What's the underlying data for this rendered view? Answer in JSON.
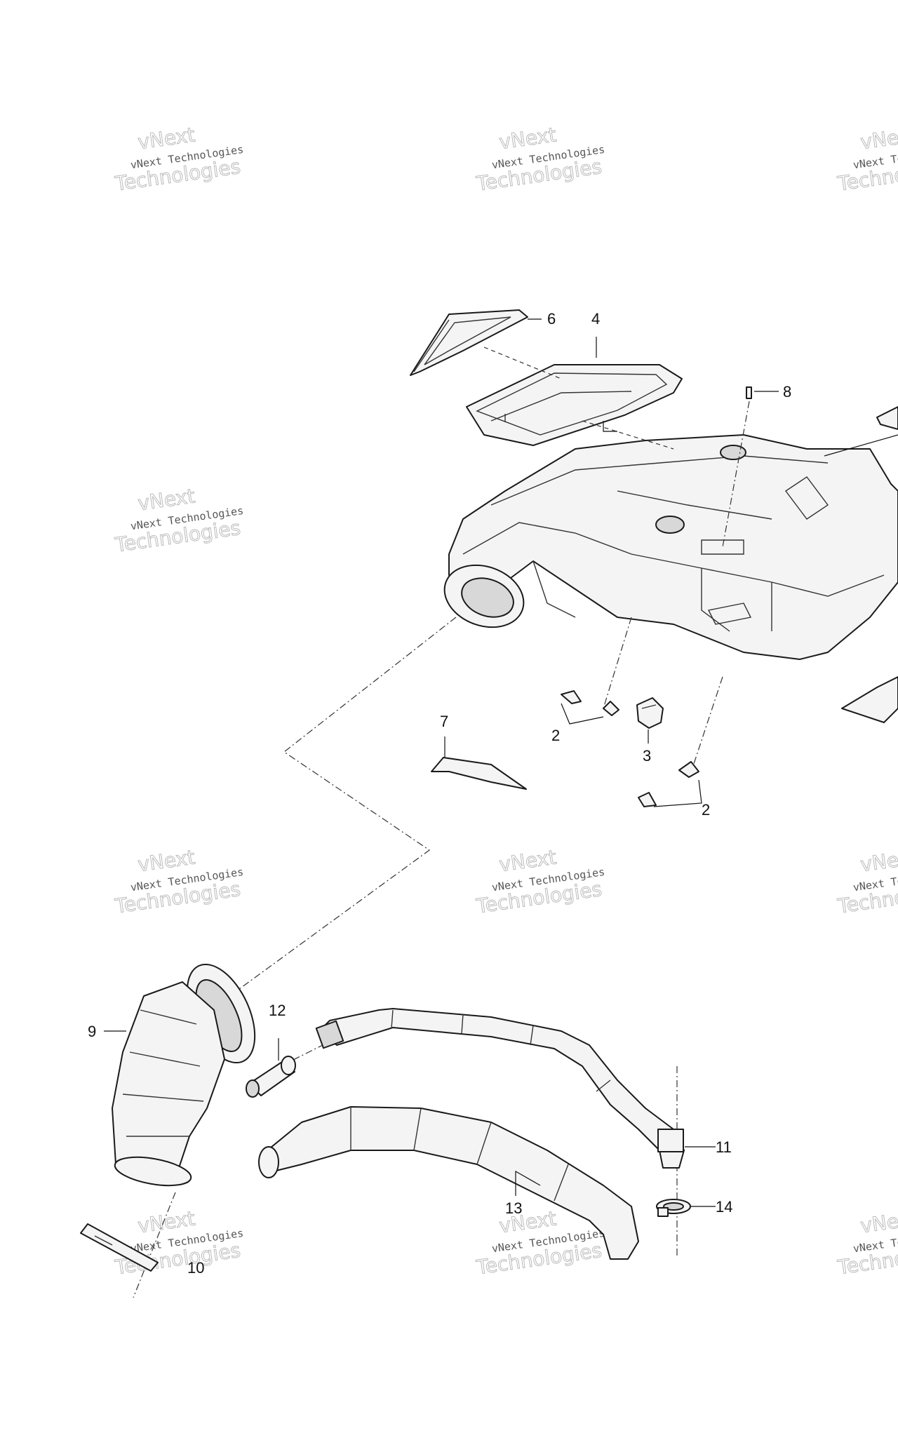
{
  "callouts": {
    "c6": "6",
    "c4": "4",
    "c8": "8",
    "c7": "7",
    "c2a": "2",
    "c3": "3",
    "c2b": "2",
    "c9": "9",
    "c12": "12",
    "c11": "11",
    "c13": "13",
    "c14": "14",
    "c10": "10"
  },
  "watermark": {
    "line1": "vNext Technologies",
    "line2": "Technologies",
    "line3": "vNext"
  },
  "colors": {
    "line": "#1a1a1a",
    "watermark": "#bbbbbb",
    "background": "#ffffff"
  }
}
